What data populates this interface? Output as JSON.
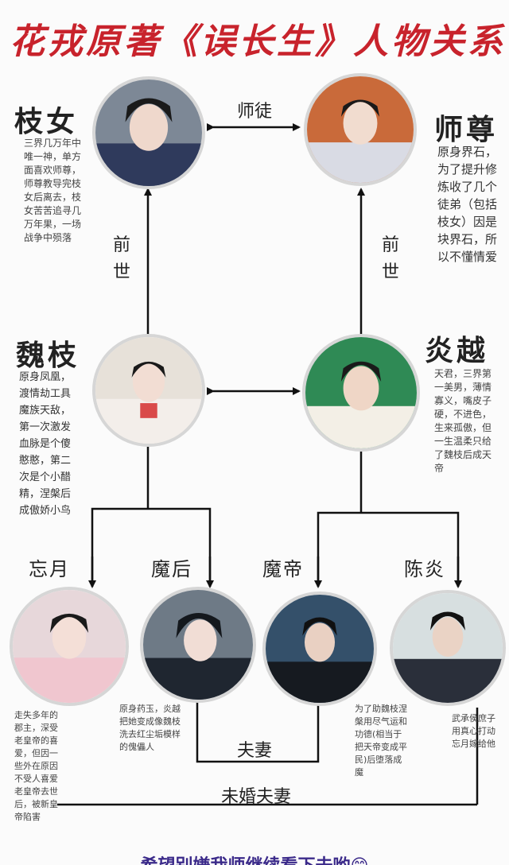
{
  "title": "花戎原著《误长生》人物关系",
  "characters": {
    "zhinv": {
      "name": "枝女",
      "desc": "三界几万年中唯一神，单方面喜欢师尊，师尊教导完枝女后离去，枝女苦苦追寻几万年果，一场战争中殒落"
    },
    "shizun": {
      "name": "师尊",
      "desc": "原身界石，为了提升修炼收了几个徒弟（包括枝女）因是块界石，所以不懂情爱"
    },
    "weizhi": {
      "name": "魏枝",
      "desc": "原身凤凰，渡情劫工具魔族天敌，第一次激发血脉是个傻憨憨，第二次是个小醋精，涅槃后成傲娇小鸟"
    },
    "yanyue": {
      "name": "炎越",
      "desc": "天君，三界第一美男，薄情寡义，嘴皮子硬，不进色，生来孤傲，但一生温柔只给了魏枝后成天帝"
    },
    "wangyue": {
      "name": "忘月",
      "desc": "走失多年的郡主，深受老皇帝的喜爱，但因一些外在原因不受人喜爱老皇帝去世后，被新皇帝陷害"
    },
    "mohou": {
      "name": "魔后",
      "desc": "原身药玉，炎越把她变成像魏枝洗去红尘垢模样的傀儡人"
    },
    "modi": {
      "name": "魔帝",
      "desc": "为了助魏枝涅槃用尽气运和功德(相当于把天帝变成平民)后堕落成魔"
    },
    "chenyan": {
      "name": "陈炎",
      "desc": "武承侯庶子用真心打动忘月嫁给他"
    }
  },
  "relations": {
    "shitu": "师徒",
    "qianshi_left": "前世",
    "qianshi_right": "前世",
    "fuqi": "夫妻",
    "weihun_fuqi": "未婚夫妻"
  },
  "footer": "希望别嫌我师继续看下去哟😊",
  "colors": {
    "title": "#c8232c",
    "line": "#111111",
    "border": "#d6d6d6",
    "footer": "#3b2a8a"
  }
}
